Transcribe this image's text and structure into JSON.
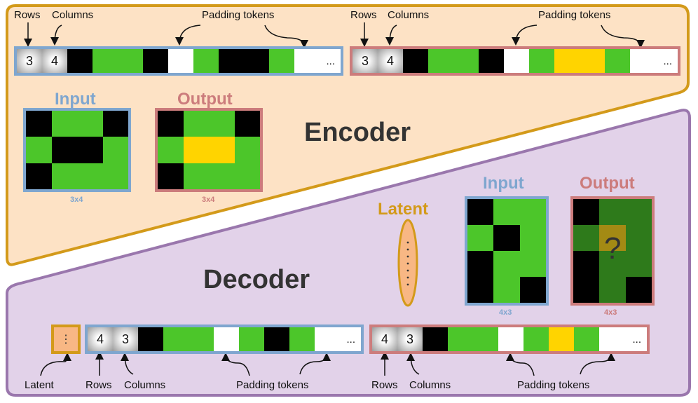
{
  "encoder": {
    "title": "Encoder",
    "input_title": "Input",
    "output_title": "Output",
    "input_dims": "3x4",
    "output_dims": "3x4",
    "input_grid": [
      "BGGB",
      "GBBG",
      "BGGG"
    ],
    "output_grid": [
      "BGGB",
      "GYYG",
      "BGGG"
    ],
    "input_sequence": {
      "rows": "3",
      "cols": "4",
      "cells": [
        "B",
        "G",
        "G",
        "B",
        "W",
        "G",
        "B",
        "B",
        "G",
        "W"
      ],
      "ellipsis": "..."
    },
    "output_sequence": {
      "rows": "3",
      "cols": "4",
      "cells": [
        "B",
        "G",
        "G",
        "B",
        "W",
        "G",
        "Y",
        "Y",
        "G",
        "W"
      ],
      "ellipsis": "..."
    },
    "labels": {
      "rows": "Rows",
      "columns": "Columns",
      "padding": "Padding tokens"
    }
  },
  "decoder": {
    "title": "Decoder",
    "latent_label": "Latent",
    "latent_dots": "⋮",
    "input_title": "Input",
    "output_title": "Output",
    "question_mark": "?",
    "input_dims": "4x3",
    "output_dims": "4x3",
    "input_grid": [
      "BGG",
      "GBG",
      "BGG",
      "BGB"
    ],
    "output_grid": [
      "BDD",
      "DYD",
      "BDD",
      "BDB"
    ],
    "input_sequence": {
      "rows": "4",
      "cols": "3",
      "cells": [
        "B",
        "G",
        "G",
        "W",
        "G",
        "B",
        "G",
        "W"
      ],
      "ellipsis": "..."
    },
    "output_sequence": {
      "rows": "4",
      "cols": "3",
      "cells": [
        "B",
        "G",
        "G",
        "W",
        "G",
        "Y",
        "G",
        "W"
      ],
      "ellipsis": "..."
    },
    "labels": {
      "latent": "Latent",
      "rows": "Rows",
      "columns": "Columns",
      "padding": "Padding tokens"
    }
  },
  "colors": {
    "black": "#000000",
    "green": "#4cc62a",
    "white": "#ffffff",
    "yellow": "#ffd400",
    "dark_green": "#2e7a1b",
    "dark_yellow": "#a38a14",
    "input_border": "#7fa6cf",
    "output_border": "#cc7c7c",
    "encoder_fill": "#fde2c5",
    "encoder_border": "#d39a1a",
    "decoder_fill": "#e2d2e9",
    "decoder_border": "#9a77ad",
    "latent_fill": "#f8b784",
    "latent_border": "#d39a1a"
  }
}
